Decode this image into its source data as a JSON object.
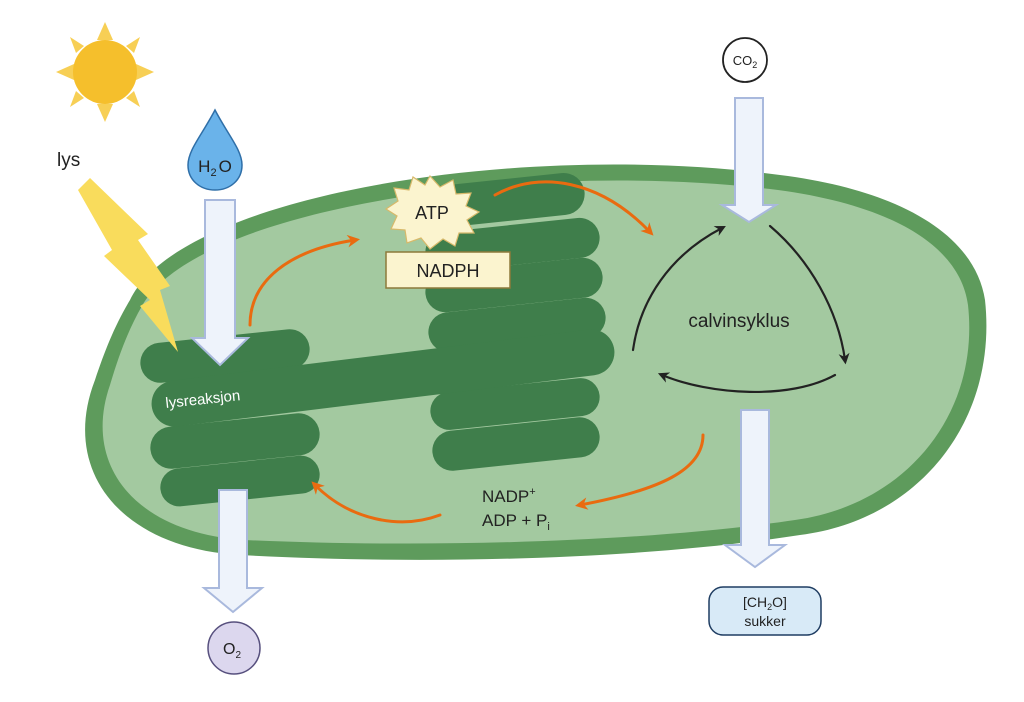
{
  "labels": {
    "light": "lys",
    "water": "H",
    "water_sub": "2",
    "water_o": "O",
    "atp": "ATP",
    "nadph": "NADPH",
    "co2": "CO",
    "co2_sub": "2",
    "calvin": "calvinsyklus",
    "light_reaction": "lysreaksjon",
    "nadp": "NADP",
    "nadp_sup": "+",
    "adp": "ADP + P",
    "adp_sub": "i",
    "o2": "O",
    "o2_sub": "2",
    "sugar_formula_a": "[CH",
    "sugar_formula_sub": "2",
    "sugar_formula_b": "O]",
    "sugar": "sukker"
  },
  "colors": {
    "chloroplast_outer": "#5e9b5c",
    "chloroplast_inner": "#a3c9a0",
    "thylakoid": "#3f7e4b",
    "orange_arrow": "#e96b10",
    "white_arrow_fill": "#eef3fb",
    "white_arrow_stroke": "#a9b9dd",
    "sun": "#f5bf2c",
    "sun_rays": "#f7cf55",
    "lightning": "#f9dc5c",
    "water_drop": "#6ab3ea",
    "atp_burst": "#fbf4cf",
    "nadph_box": "#fbf4cf",
    "o2_circle": "#dcd7ee",
    "sugar_box": "#d8eaf7"
  }
}
